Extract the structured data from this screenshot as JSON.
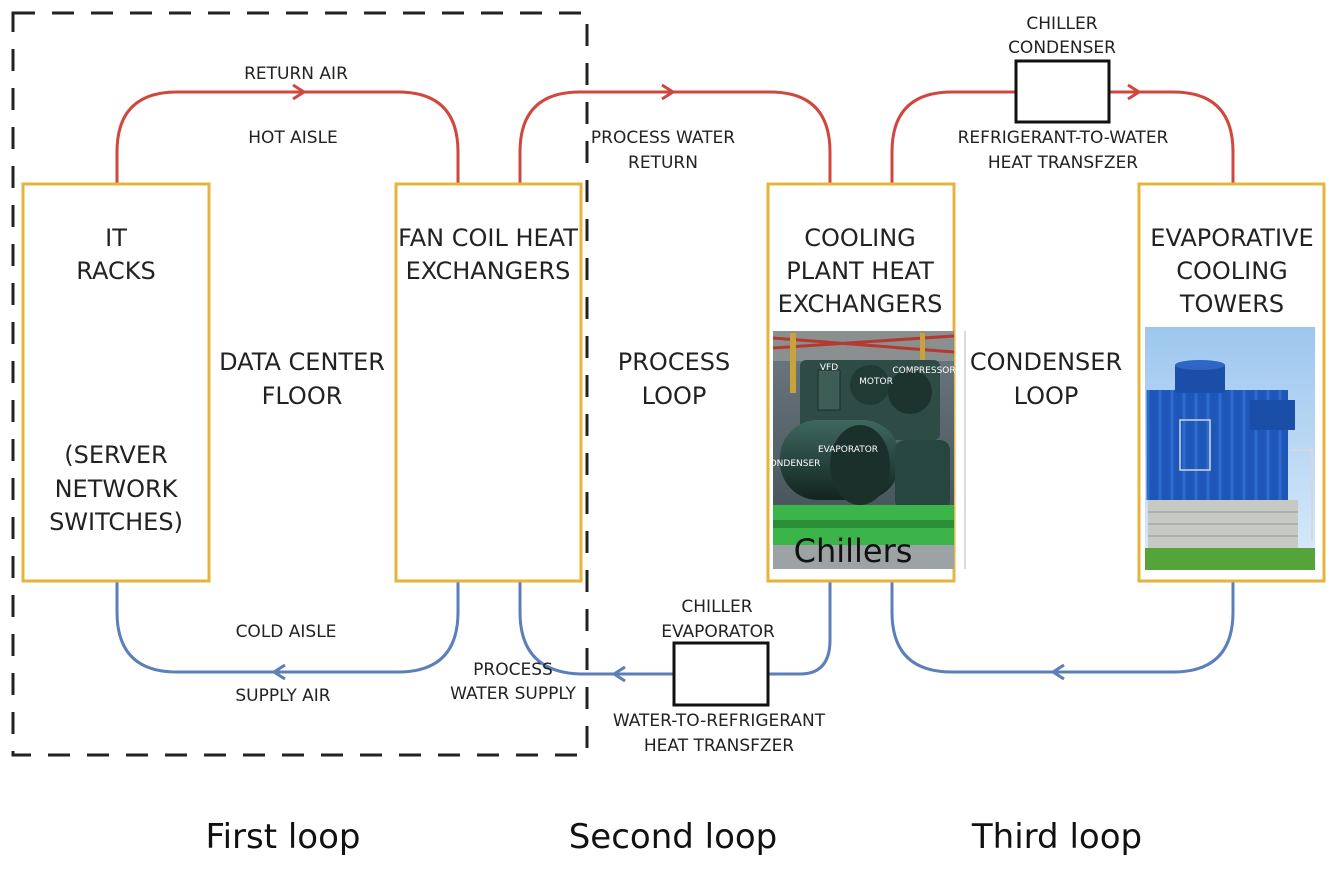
{
  "colors": {
    "hot": "#d0473d",
    "cold": "#5b7fb8",
    "box_border": "#e6b43c",
    "boundary": "#222222",
    "text": "#222222"
  },
  "boxes": {
    "it_racks": {
      "line1": "IT",
      "line2": "RACKS",
      "sub1": "(SERVER",
      "sub2": "NETWORK",
      "sub3": "SWITCHES)"
    },
    "fan_coil": {
      "line1": "FAN COIL HEAT",
      "line2": "EXCHANGERS"
    },
    "cooling_plant": {
      "line1": "COOLING",
      "line2": "PLANT HEAT",
      "line3": "EXCHANGERS"
    },
    "towers": {
      "line1": "EVAPORATIVE",
      "line2": "COOLING",
      "line3": "TOWERS"
    }
  },
  "loops": {
    "data_center": {
      "line1": "DATA CENTER",
      "line2": "FLOOR"
    },
    "process": {
      "line1": "PROCESS",
      "line2": "LOOP"
    },
    "condenser": {
      "line1": "CONDENSER",
      "line2": "LOOP"
    }
  },
  "labels": {
    "return_air": "RETURN AIR",
    "hot_aisle": "HOT AISLE",
    "cold_aisle": "COLD AISLE",
    "supply_air": "SUPPLY AIR",
    "process_return_1": "PROCESS WATER",
    "process_return_2": "RETURN",
    "process_supply_1": "PROCESS",
    "process_supply_2": "WATER SUPPLY",
    "chiller_condenser_1": "CHILLER",
    "chiller_condenser_2": "CONDENSER",
    "ref_to_water_1": "REFRIGERANT-TO-WATER",
    "ref_to_water_2": "HEAT TRANSFZER",
    "chiller_evaporator_1": "CHILLER",
    "chiller_evaporator_2": "EVAPORATOR",
    "water_to_ref_1": "WATER-TO-REFRIGERANT",
    "water_to_ref_2": "HEAT TRANSFZER"
  },
  "chiller_photo": {
    "caption": "Chillers",
    "tag_vfd": "VFD",
    "tag_motor": "MOTOR",
    "tag_compressor": "COMPRESSOR",
    "tag_evaporator": "EVAPORATOR",
    "tag_condenser": "ONDENSER"
  },
  "footer": {
    "first": "First loop",
    "second": "Second loop",
    "third": "Third loop"
  }
}
